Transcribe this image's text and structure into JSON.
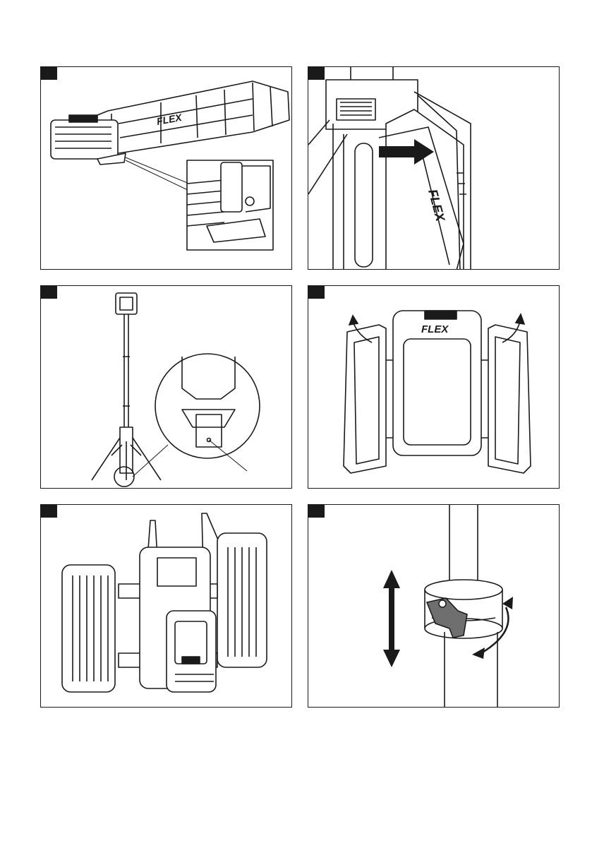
{
  "figures": [
    {
      "id": 1,
      "logo": "FLEX"
    },
    {
      "id": 2,
      "logo": "FLEX"
    },
    {
      "id": 3
    },
    {
      "id": 4,
      "logo": "FLEX"
    },
    {
      "id": 5
    },
    {
      "id": 6
    }
  ],
  "colors": {
    "ink": "#1a1a1a",
    "lever": "#6f6f6f",
    "paper": "#ffffff"
  }
}
